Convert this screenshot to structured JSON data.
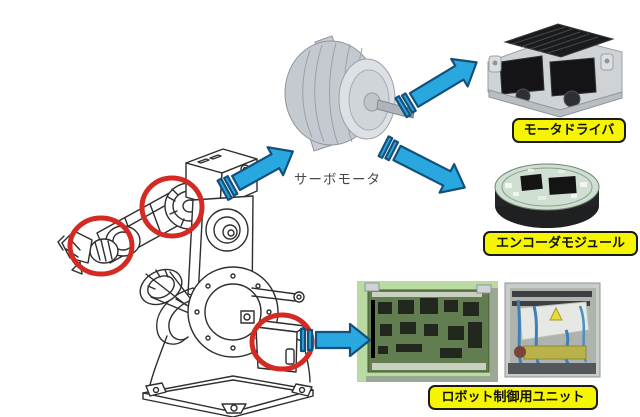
{
  "diagram": {
    "description": "Industrial robot arm components diagram",
    "captions": {
      "servo_motor": "サーボモータ"
    },
    "labels": {
      "motor_driver": "モータドライバ",
      "encoder_module": "エンコーダモジュール",
      "robot_control_unit": "ロボット制御用ユニット"
    },
    "colors": {
      "arrow_fill": "#29a8e0",
      "arrow_outline": "#14507c",
      "highlight_circle": "#d32a24",
      "label_bg": "#f6f500",
      "label_border": "#1a1a1a",
      "label_text": "#111111",
      "line_art": "#2e2e2e",
      "background": "#ffffff"
    }
  }
}
